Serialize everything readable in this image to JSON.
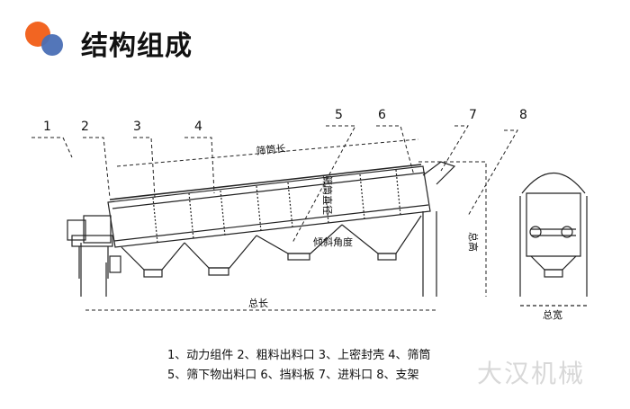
{
  "header": {
    "title": "结构组成"
  },
  "diagram": {
    "callouts": [
      "1",
      "2",
      "3",
      "4",
      "5",
      "6",
      "7",
      "8"
    ],
    "dimensions": {
      "screen_length": "筛筒长",
      "screen_diameter": "筛筒直径",
      "tilt_angle": "倾斜角度",
      "total_height": "总高",
      "total_length": "总长",
      "total_width": "总宽"
    }
  },
  "legend": {
    "line1": "1、动力组件  2、粗料出料口  3、上密封壳  4、筛筒",
    "line2": "5、筛下物出料口  6、挡料板  7、进料口  8、支架"
  },
  "watermark": {
    "text": "大汉机械"
  }
}
